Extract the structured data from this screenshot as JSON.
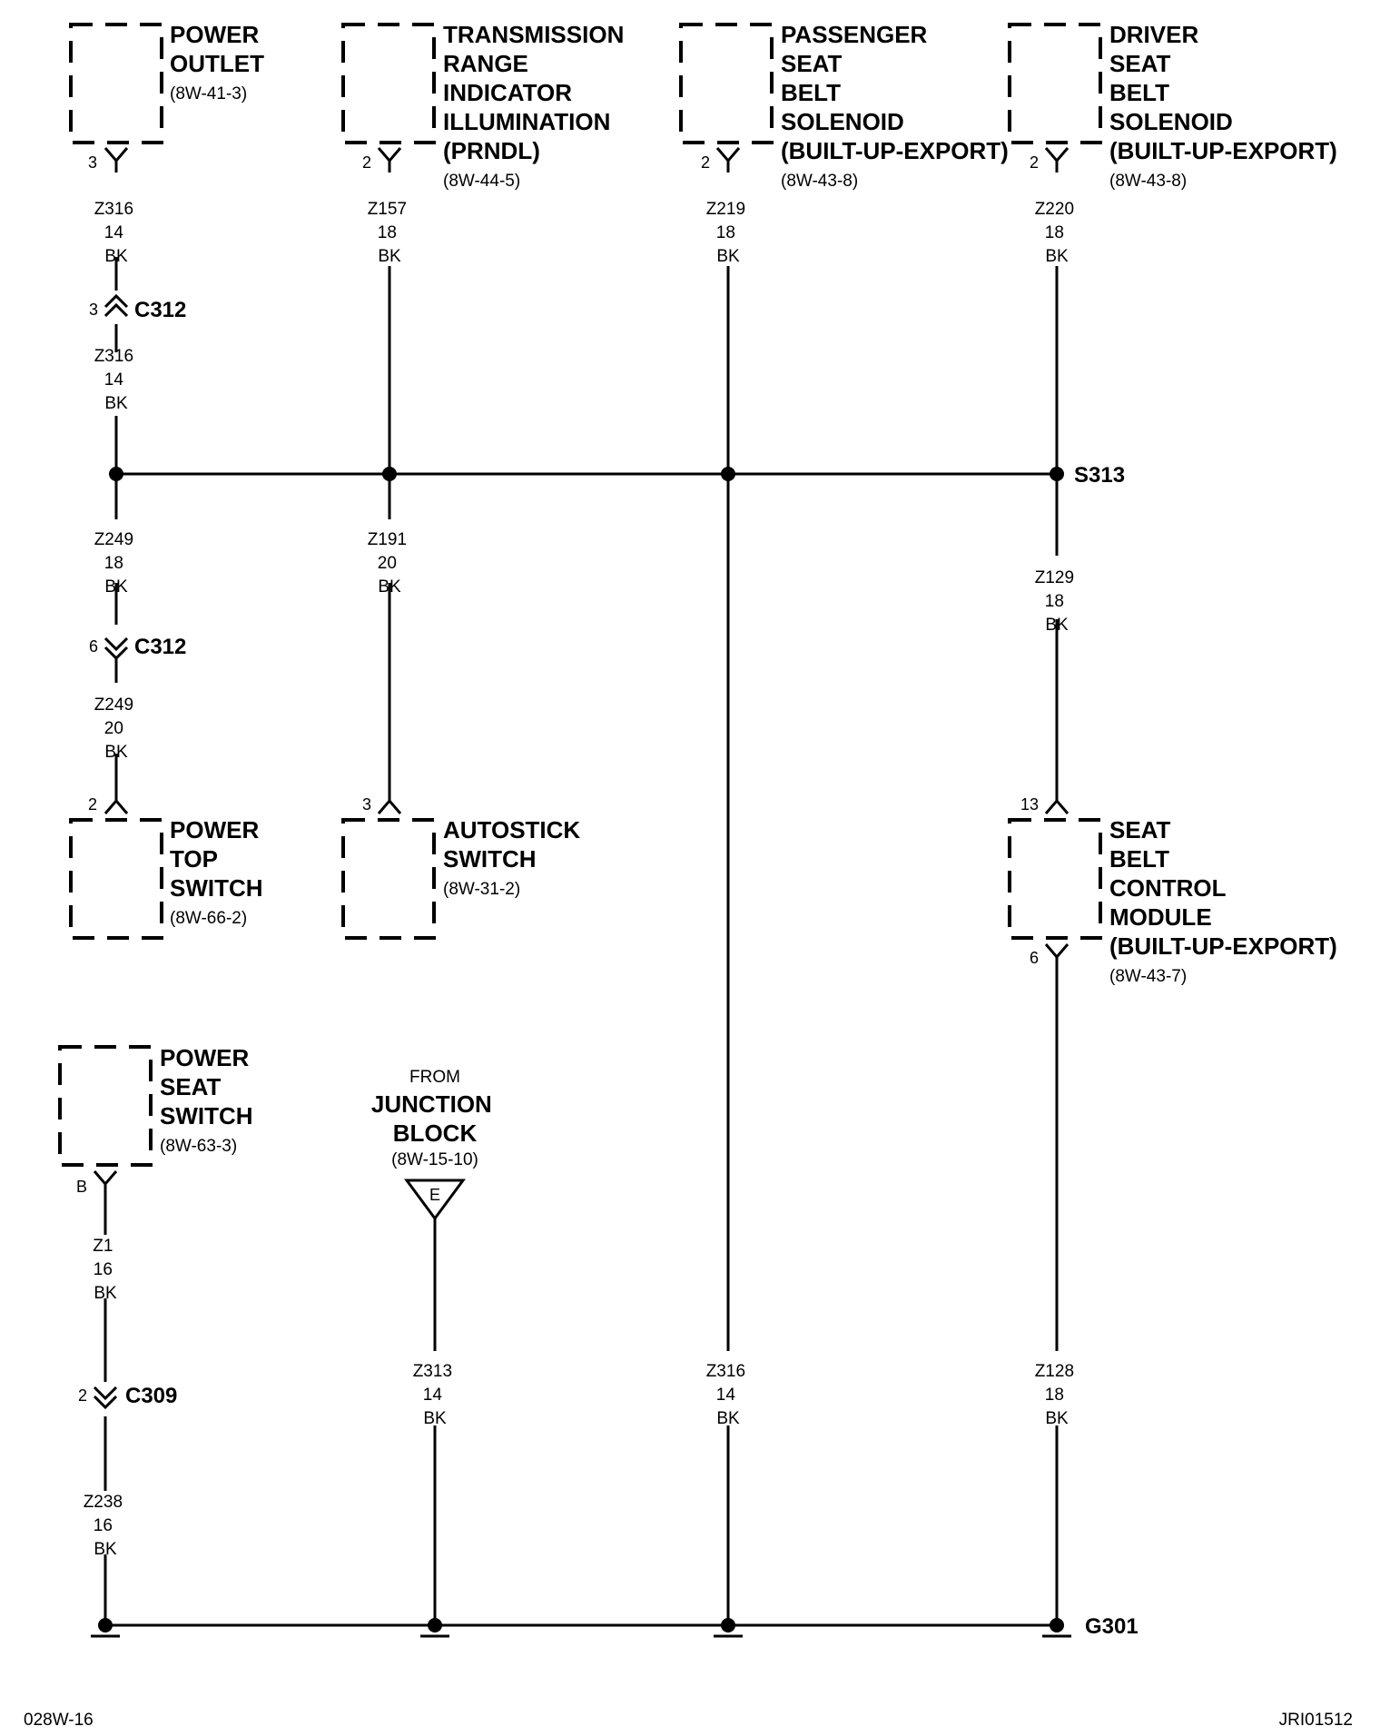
{
  "components": {
    "power_outlet": {
      "lines": [
        "POWER",
        "OUTLET"
      ],
      "ref": "(8W-41-3)",
      "pin": "3"
    },
    "trs_illum": {
      "lines": [
        "TRANSMISSION",
        "RANGE",
        "INDICATOR",
        "ILLUMINATION",
        "(PRNDL)"
      ],
      "ref": "(8W-44-5)",
      "pin": "2"
    },
    "pass_solenoid": {
      "lines": [
        "PASSENGER",
        "SEAT",
        "BELT",
        "SOLENOID",
        "(BUILT-UP-EXPORT)"
      ],
      "ref": "(8W-43-8)",
      "pin": "2"
    },
    "driver_solenoid": {
      "lines": [
        "DRIVER",
        "SEAT",
        "BELT",
        "SOLENOID",
        "(BUILT-UP-EXPORT)"
      ],
      "ref": "(8W-43-8)",
      "pin": "2"
    },
    "power_top": {
      "lines": [
        "POWER",
        "TOP",
        "SWITCH"
      ],
      "ref": "(8W-66-2)",
      "pin": "2"
    },
    "autostick": {
      "lines": [
        "AUTOSTICK",
        "SWITCH"
      ],
      "ref": "(8W-31-2)",
      "pin": "3"
    },
    "seat_belt_module": {
      "lines": [
        "SEAT",
        "BELT",
        "CONTROL",
        "MODULE",
        "(BUILT-UP-EXPORT)"
      ],
      "ref": "(8W-43-7)",
      "pin_top": "13",
      "pin_bottom": "6"
    },
    "power_seat": {
      "lines": [
        "POWER",
        "SEAT",
        "SWITCH"
      ],
      "ref": "(8W-63-3)",
      "pin": "B"
    }
  },
  "junction": {
    "from": "FROM",
    "lines": [
      "JUNCTION",
      "BLOCK"
    ],
    "ref": "(8W-15-10)",
    "letter": "E"
  },
  "wires": {
    "z316_a": [
      "Z316",
      "14",
      "BK"
    ],
    "z316_b": [
      "Z316",
      "14",
      "BK"
    ],
    "z157": [
      "Z157",
      "18",
      "BK"
    ],
    "z219": [
      "Z219",
      "18",
      "BK"
    ],
    "z220": [
      "Z220",
      "18",
      "BK"
    ],
    "z249_a": [
      "Z249",
      "18",
      "BK"
    ],
    "z249_b": [
      "Z249",
      "20",
      "BK"
    ],
    "z191": [
      "Z191",
      "20",
      "BK"
    ],
    "z129": [
      "Z129",
      "18",
      "BK"
    ],
    "z1": [
      "Z1",
      "16",
      "BK"
    ],
    "z238": [
      "Z238",
      "16",
      "BK"
    ],
    "z313": [
      "Z313",
      "14",
      "BK"
    ],
    "z316_c": [
      "Z316",
      "14",
      "BK"
    ],
    "z128": [
      "Z128",
      "18",
      "BK"
    ]
  },
  "connectors": {
    "c312_top": {
      "name": "C312",
      "pin": "3"
    },
    "c312_bottom": {
      "name": "C312",
      "pin": "6"
    },
    "c309": {
      "name": "C309",
      "pin": "2"
    }
  },
  "splice": "S313",
  "ground": "G301",
  "footer": {
    "left": "028W-16",
    "right": "JRI01512"
  }
}
